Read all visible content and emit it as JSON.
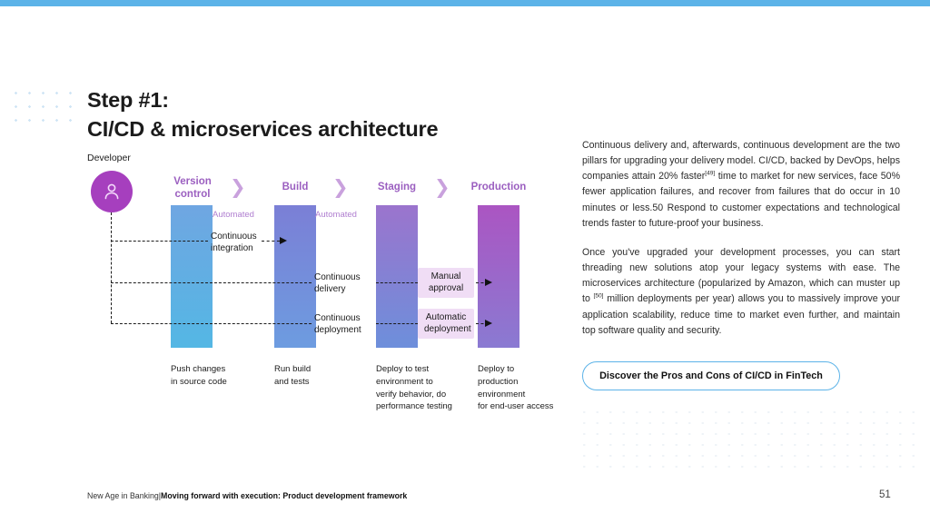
{
  "slide": {
    "heading_line1": "Step #1:",
    "heading_line2": "CI/CD & microservices architecture",
    "page_number": "51"
  },
  "diagram": {
    "developer_label": "Developer",
    "avatar_icon": "user-icon",
    "chevron_icon": "chevron-right-icon",
    "columns": [
      {
        "title_line1": "Version",
        "title_line2": "control",
        "caption_line1": "Push changes",
        "caption_line2": "in source code",
        "color": "#54b7e4"
      },
      {
        "title_line1": "Build",
        "title_line2": "",
        "caption_line1": "Run build",
        "caption_line2": "and tests",
        "color": "#6d9ce0"
      },
      {
        "title_line1": "Staging",
        "title_line2": "",
        "caption_line1": "Deploy to test",
        "caption_line2": "environment to",
        "caption_line3": "verify behavior, do",
        "caption_line4": "performance testing",
        "color": "#6d8fdb"
      },
      {
        "title_line1": "Production",
        "title_line2": "",
        "caption_line1": "Deploy to",
        "caption_line2": "production",
        "caption_line3": "environment",
        "caption_line4": "for end-user access",
        "color": "#8a7ad2"
      }
    ],
    "automated_label_1": "Automated",
    "automated_label_2": "Automated",
    "flows": [
      {
        "line1": "Continuous",
        "line2": "integration"
      },
      {
        "line1": "Continuous",
        "line2": "delivery"
      },
      {
        "line1": "Continuous",
        "line2": "deployment"
      }
    ],
    "gates": [
      {
        "line1": "Manual",
        "line2": "approval"
      },
      {
        "line1": "Automatic",
        "line2": "deployment"
      }
    ]
  },
  "body": {
    "paragraph1_a": "Continuous delivery and, afterwards, continuous development are the two pillars for upgrading your delivery model. CI/CD, backed by DevOps, helps companies attain 20% faster",
    "paragraph1_sup": "[49]",
    "paragraph1_b": " time to market for new services, face 50% fewer application failures, and recover from failures that do occur in 10 minutes or less.50 Respond to customer expectations and technological trends faster to future-proof your business.",
    "paragraph2_a": "Once you've upgraded your development processes, you can start threading new solutions atop your legacy systems with ease. The microservices architecture (popularized by Amazon, which can muster up to ",
    "paragraph2_sup": "[50]",
    "paragraph2_b": " million deployments per year) allows you to massively improve your application scalability, reduce time to market even further, and maintain top software quality and security."
  },
  "cta": {
    "label": "Discover the Pros and Cons of CI/CD in FinTech"
  },
  "footer": {
    "prefix": "New Age in Banking",
    "separator": "|",
    "bold": "Moving forward with execution: Product development framework"
  },
  "colors": {
    "accent_blue": "#5cb3e8",
    "purple_title": "#9b5fc0",
    "avatar_purple": "#a63fbe",
    "gate_box": "#f0ddf5"
  }
}
